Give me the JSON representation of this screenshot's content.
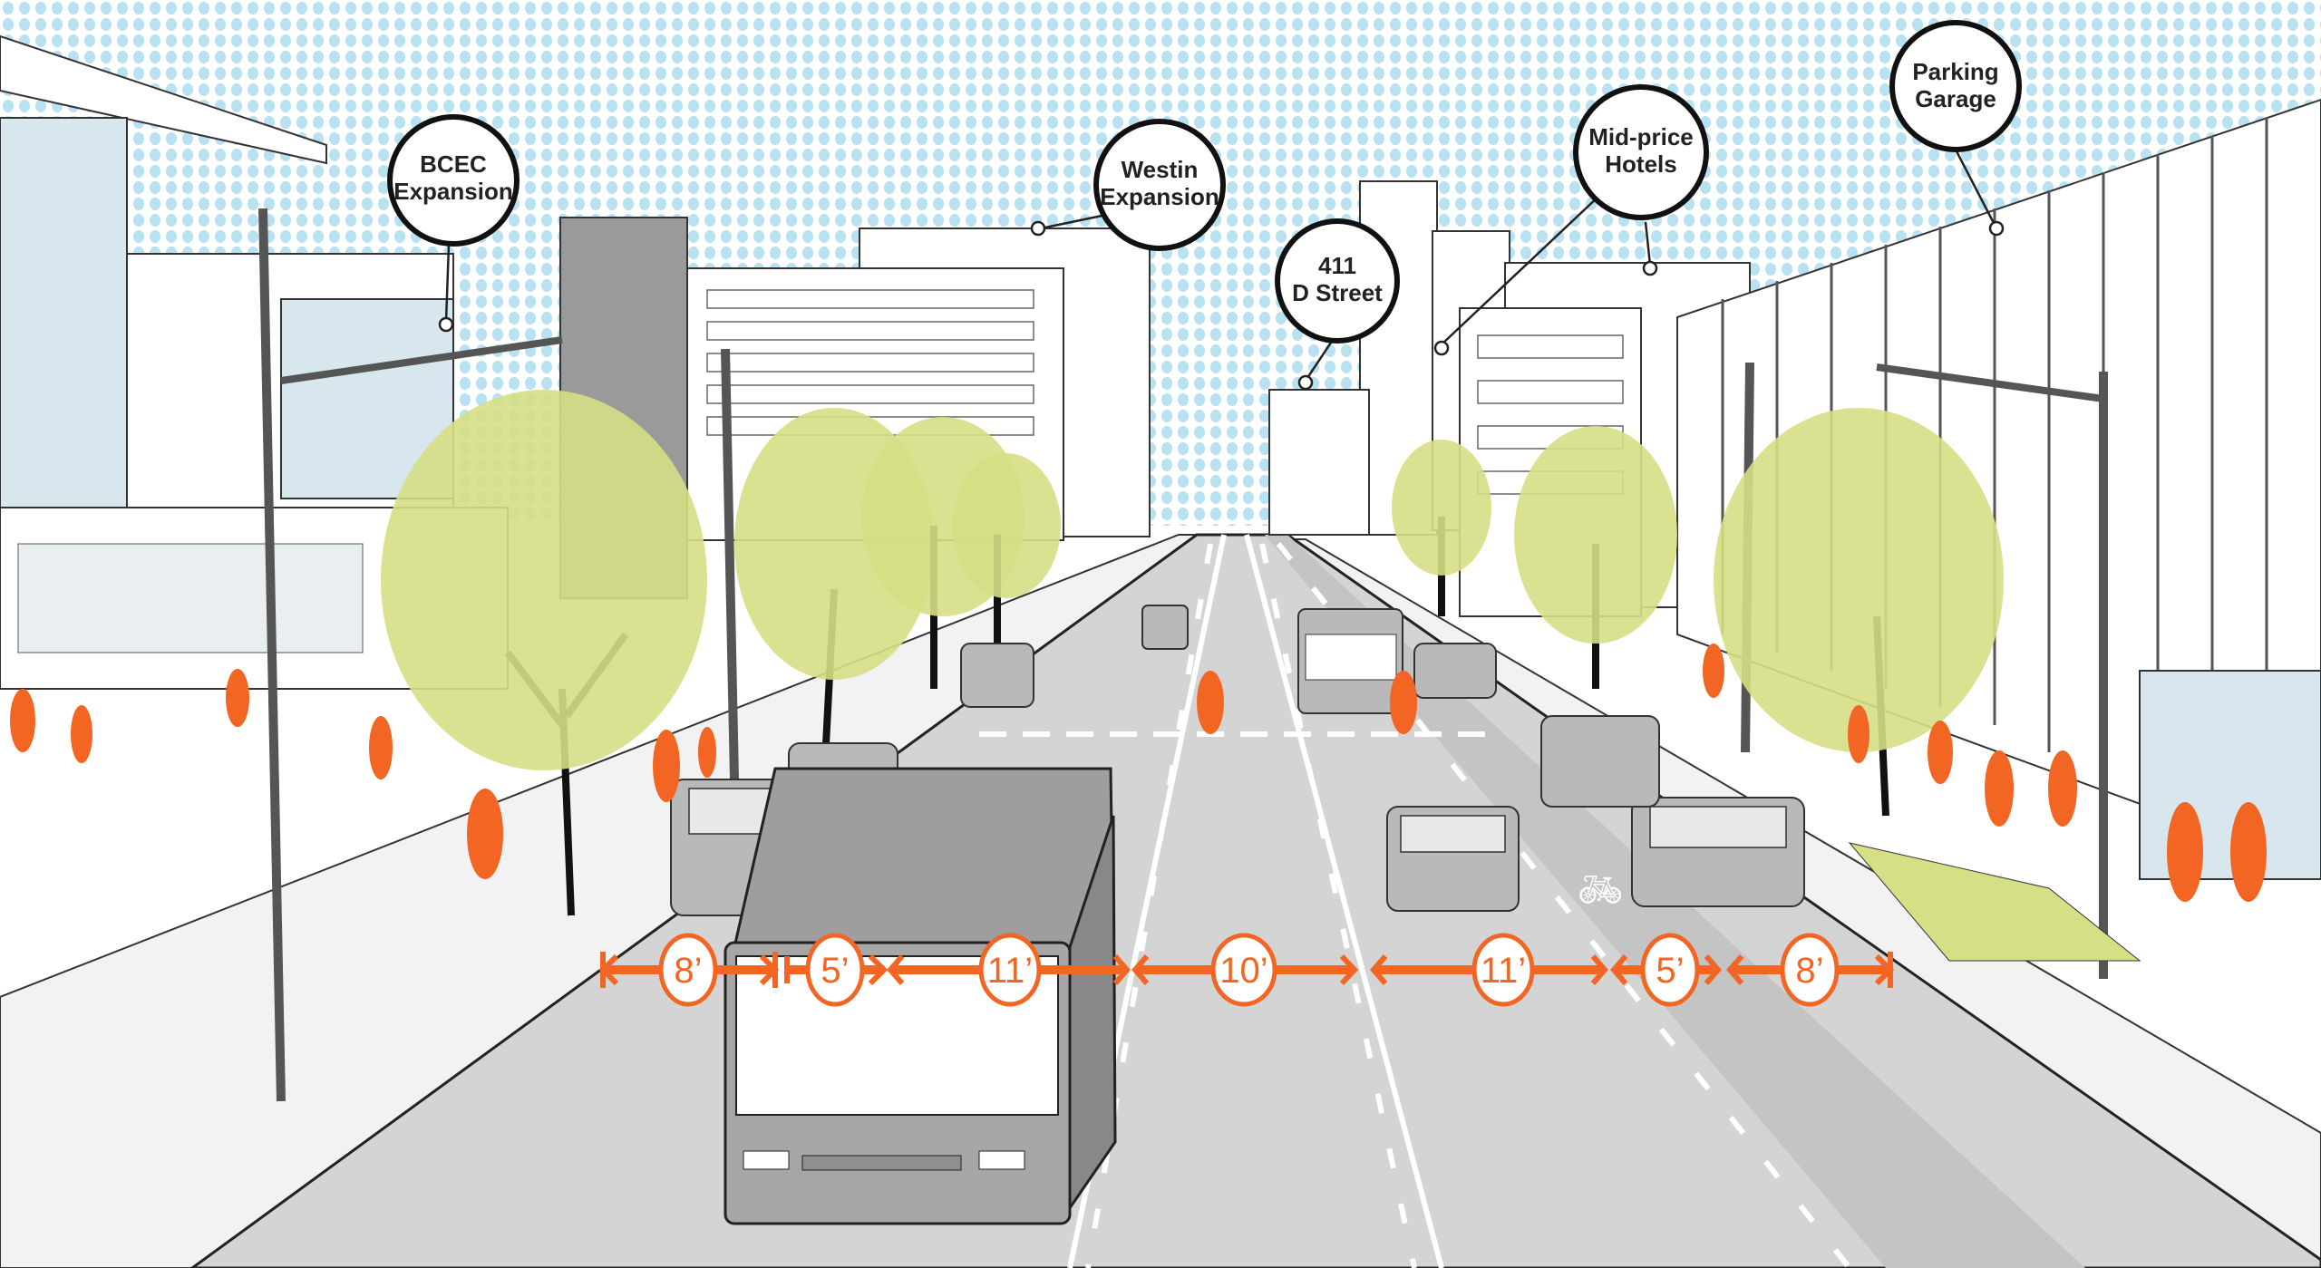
{
  "callouts": [
    {
      "line1": "BCEC",
      "line2": "Expansion"
    },
    {
      "line1": "Westin",
      "line2": "Expansion"
    },
    {
      "line1": "411",
      "line2": "D Street"
    },
    {
      "line1": "Mid-price",
      "line2": "Hotels"
    },
    {
      "line1": "Parking",
      "line2": "Garage"
    }
  ],
  "dimensions": [
    "8’",
    "5’",
    "11’",
    "10’",
    "11’",
    "5’",
    "8’"
  ],
  "colors": {
    "sky": "#bfe3f2",
    "accent": "#f26522",
    "foliage": "#d6df85",
    "road": "#d4d4d4"
  }
}
